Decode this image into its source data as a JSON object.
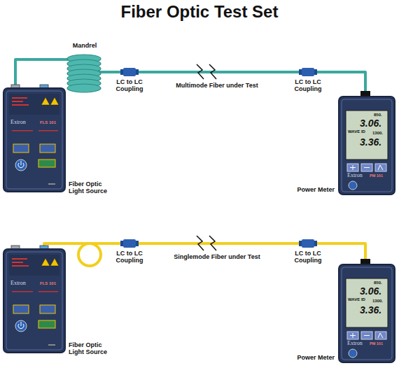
{
  "diagram": {
    "title": "Fiber Optic Test Set",
    "nodes": [
      {
        "text": [
          "Fiber Optic Light Source",
          "Extron",
          "FLS 101"
        ]
      },
      {
        "text": [
          "Power Meter",
          "850.",
          "3.06.",
          "WAVE ID",
          "1300.",
          "3.36.",
          "Extron",
          "PM 101"
        ]
      },
      {
        "text": [
          "Fiber Optic Light Source",
          "Extron",
          "FLS 101"
        ]
      },
      {
        "text": [
          "Power Meter",
          "850.",
          "3.06.",
          "WAVE ID",
          "1300.",
          "3.36.",
          "Extron",
          "PM 101"
        ]
      }
    ],
    "edges": [
      {
        "from": 0,
        "to": 1,
        "arrow": "none",
        "label": "Multimode Fiber under Test"
      },
      {
        "from": 2,
        "to": 3,
        "arrow": "none",
        "label": "Singlemode Fiber under Test"
      }
    ],
    "labels": [
      "Mandrel",
      "LC to LC Coupling",
      "LC to LC Coupling",
      "LC to LC Coupling",
      "LC to LC Coupling"
    ]
  }
}
